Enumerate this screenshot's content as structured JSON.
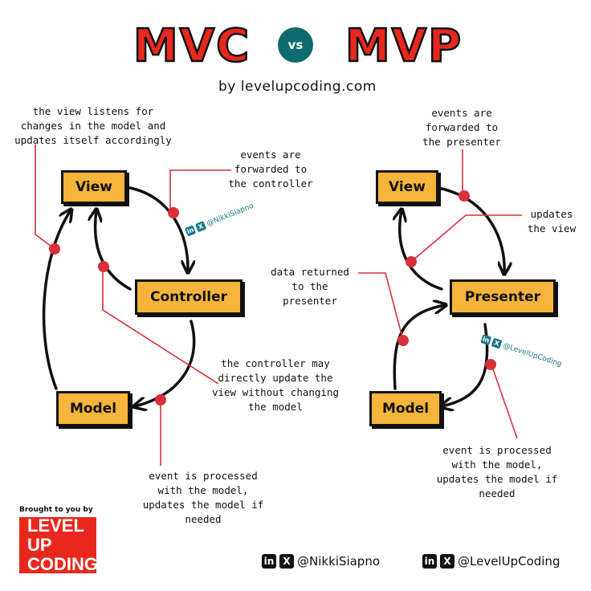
{
  "header": {
    "left_title": "MVC",
    "vs": "vs",
    "right_title": "MVP",
    "byline": "by levelupcoding.com"
  },
  "mvc": {
    "boxes": {
      "view": "View",
      "controller": "Controller",
      "model": "Model"
    },
    "notes": {
      "view_listens": "the view listens for\nchanges in the model and\nupdates itself accordingly",
      "events_forwarded": "events are\nforwarded to\nthe controller",
      "controller_may": "the controller may\ndirectly update the\nview without changing\nthe model",
      "event_processed": "event is processed\nwith the model,\nupdates the model if\nneeded"
    },
    "handle": "@NikkiSiapno"
  },
  "mvp": {
    "boxes": {
      "view": "View",
      "presenter": "Presenter",
      "model": "Model"
    },
    "notes": {
      "events_forwarded": "events are\nforwarded to\nthe presenter",
      "updates_view": "updates\nthe view",
      "data_returned": "data returned\nto the\npresenter",
      "event_processed": "event is processed\nwith the model,\nupdates the model if\nneeded"
    },
    "handle": "@LevelUpCoding"
  },
  "footer": {
    "brought": "Brought to you by",
    "logo_line1": "LEVEL UP",
    "logo_line2": "CODING",
    "handle1": "@NikkiSiapno",
    "handle2": "@LevelUpCoding",
    "icon_in": "in",
    "icon_x": "X"
  },
  "colors": {
    "accent": "#e8281e",
    "box": "#f6b43a",
    "teal": "#0e6b70",
    "connector": "#d7303a"
  }
}
